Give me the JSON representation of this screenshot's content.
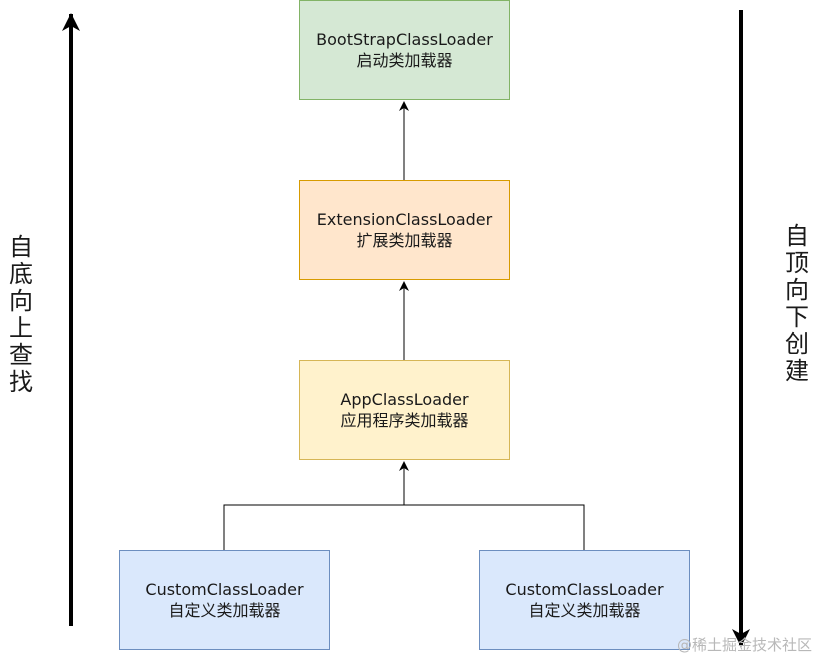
{
  "colors": {
    "bootstrap_fill": "#d5e8d4",
    "bootstrap_border": "#82b366",
    "extension_fill": "#ffe6cc",
    "extension_border": "#d79b00",
    "app_fill": "#fff2cc",
    "app_border": "#d6b656",
    "custom_fill": "#dae8fc",
    "custom_border": "#6c8ebf",
    "line": "#000000"
  },
  "nodes": {
    "bootstrap": {
      "title": "BootStrapClassLoader",
      "subtitle": "启动类加载器"
    },
    "extension": {
      "title": "ExtensionClassLoader",
      "subtitle": "扩展类加载器"
    },
    "app": {
      "title": "AppClassLoader",
      "subtitle": "应用程序类加载器"
    },
    "custom_left": {
      "title": "CustomClassLoader",
      "subtitle": "自定义类加载器"
    },
    "custom_right": {
      "title": "CustomClassLoader",
      "subtitle": "自定义类加载器"
    }
  },
  "left_label": "自底向上查找",
  "right_label": "自顶向下创建",
  "watermark": "@稀土掘金技术社区"
}
